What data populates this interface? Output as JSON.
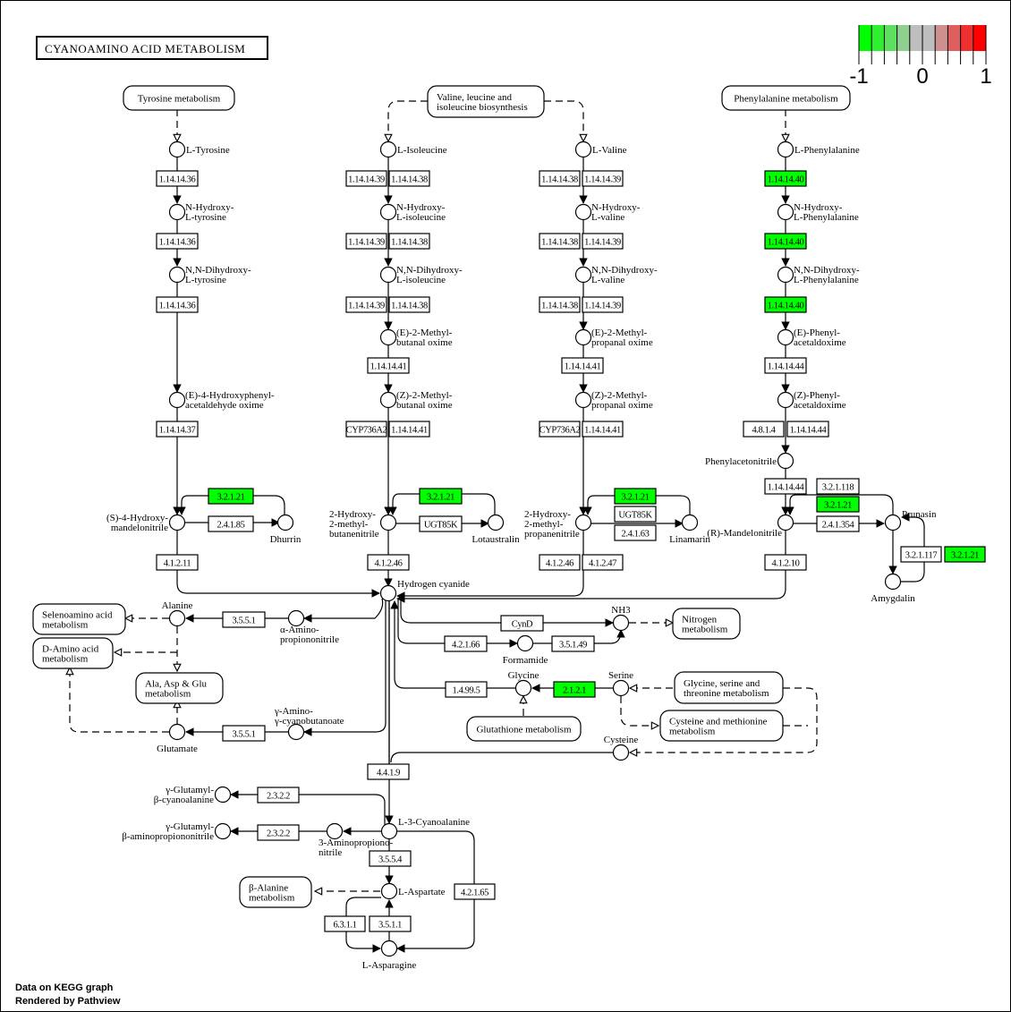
{
  "title": "CYANOAMINO ACID METABOLISM",
  "legend": {
    "min_label": "-1",
    "mid_label": "0",
    "max_label": "1",
    "colors": [
      "#00FF00",
      "#30EE30",
      "#5FDF5F",
      "#8FCF8F",
      "#BEBEBE",
      "#BEBEBE",
      "#CF8F8F",
      "#DF5F5F",
      "#EE3030",
      "#FF0000"
    ]
  },
  "footer": {
    "line1": "Data on KEGG graph",
    "line2": "Rendered by Pathview"
  },
  "colors": {
    "up_regulated": "#FF0000",
    "down_regulated": "#00FF00",
    "no_data": "#FFFFFF"
  },
  "maps": [
    {
      "id": "m_tyr",
      "lines": [
        "Tyrosine metabolism"
      ]
    },
    {
      "id": "m_val",
      "lines": [
        "Valine, leucine and",
        "isoleucine biosynthesis"
      ]
    },
    {
      "id": "m_phe",
      "lines": [
        "Phenylalanine metabolism"
      ]
    },
    {
      "id": "m_seleno",
      "lines": [
        "Selenoamino acid",
        "metabolism"
      ]
    },
    {
      "id": "m_damino",
      "lines": [
        "D-Amino acid",
        "metabolism"
      ]
    },
    {
      "id": "m_ala",
      "lines": [
        "Ala, Asp & Glu",
        "metabolism"
      ]
    },
    {
      "id": "m_nitro",
      "lines": [
        "Nitrogen",
        "metabolism"
      ]
    },
    {
      "id": "m_gly",
      "lines": [
        "Glycine, serine and",
        "threonine metabolism"
      ]
    },
    {
      "id": "m_cys",
      "lines": [
        "Cysteine and methionine",
        "metabolism"
      ]
    },
    {
      "id": "m_glut",
      "lines": [
        "Glutathione metabolism"
      ]
    },
    {
      "id": "m_balanine",
      "lines": [
        "β-Alanine",
        "metabolism"
      ]
    }
  ],
  "compounds": [
    {
      "id": "c_tyr",
      "lines": [
        "L-Tyrosine"
      ]
    },
    {
      "id": "c_nhtyr",
      "lines": [
        "N-Hydroxy-",
        "L-tyrosine"
      ]
    },
    {
      "id": "c_nnhtyr",
      "lines": [
        "N,N-Dihydroxy-",
        "L-tyrosine"
      ]
    },
    {
      "id": "c_e4h",
      "lines": [
        "(E)-4-Hydroxyphenyl-",
        "acetaldehyde oxime"
      ]
    },
    {
      "id": "c_s4h",
      "lines": [
        "(S)-4-Hydroxy-",
        "mandelonitrile"
      ]
    },
    {
      "id": "c_dhurrin",
      "lines": [
        "Dhurrin"
      ]
    },
    {
      "id": "c_ile",
      "lines": [
        "L-Isoleucine"
      ]
    },
    {
      "id": "c_nhile",
      "lines": [
        "N-Hydroxy-",
        "L-isoleucine"
      ]
    },
    {
      "id": "c_nnhile",
      "lines": [
        "N,N-Dihydroxy-",
        "L-isoleucine"
      ]
    },
    {
      "id": "c_e2mb",
      "lines": [
        "(E)-2-Methyl-",
        "butanal oxime"
      ]
    },
    {
      "id": "c_z2mb",
      "lines": [
        "(Z)-2-Methyl-",
        "butanal oxime"
      ]
    },
    {
      "id": "c_2h2mb",
      "lines": [
        "2-Hydroxy-",
        "2-methyl-",
        "butanenitrile"
      ]
    },
    {
      "id": "c_lotau",
      "lines": [
        "Lotaustralin"
      ]
    },
    {
      "id": "c_val",
      "lines": [
        "L-Valine"
      ]
    },
    {
      "id": "c_nhval",
      "lines": [
        "N-Hydroxy-",
        "L-valine"
      ]
    },
    {
      "id": "c_nnhval",
      "lines": [
        "N,N-Dihydroxy-",
        "L-valine"
      ]
    },
    {
      "id": "c_e2mp",
      "lines": [
        "(E)-2-Methyl-",
        "propanal oxime"
      ]
    },
    {
      "id": "c_z2mp",
      "lines": [
        "(Z)-2-Methyl-",
        "propanal oxime"
      ]
    },
    {
      "id": "c_2h2mp",
      "lines": [
        "2-Hydroxy-",
        "2-methyl-",
        "propanenitrile"
      ]
    },
    {
      "id": "c_linam",
      "lines": [
        "Linamarin"
      ]
    },
    {
      "id": "c_phe",
      "lines": [
        "L-Phenylalanine"
      ]
    },
    {
      "id": "c_nhphe",
      "lines": [
        "N-Hydroxy-",
        "L-Phenylalanine"
      ]
    },
    {
      "id": "c_nnhphe",
      "lines": [
        "N,N-Dihydroxy-",
        "L-Phenylalanine"
      ]
    },
    {
      "id": "c_epa",
      "lines": [
        "(E)-Phenyl-",
        "acetaldoxime"
      ]
    },
    {
      "id": "c_zpa",
      "lines": [
        "(Z)-Phenyl-",
        "acetaldoxime"
      ]
    },
    {
      "id": "c_phacn",
      "lines": [
        "Phenylacetonitrile"
      ]
    },
    {
      "id": "c_rmand",
      "lines": [
        "(R)-Mandelonitrile"
      ]
    },
    {
      "id": "c_prun",
      "lines": [
        "Prunasin"
      ]
    },
    {
      "id": "c_amyg",
      "lines": [
        "Amygdalin"
      ]
    },
    {
      "id": "c_hcn",
      "lines": [
        "Hydrogen cyanide"
      ]
    },
    {
      "id": "c_ala",
      "lines": [
        "Alanine"
      ]
    },
    {
      "id": "c_aap",
      "lines": [
        "α-Amino-",
        "propiononitrile"
      ]
    },
    {
      "id": "c_glu",
      "lines": [
        "Glutamate"
      ]
    },
    {
      "id": "c_gacb",
      "lines": [
        "γ-Amino-",
        "γ-cyanobutanoate"
      ]
    },
    {
      "id": "c_nh3",
      "lines": [
        "NH3"
      ]
    },
    {
      "id": "c_form",
      "lines": [
        "Formamide"
      ]
    },
    {
      "id": "c_gly",
      "lines": [
        "Glycine"
      ]
    },
    {
      "id": "c_ser",
      "lines": [
        "Serine"
      ]
    },
    {
      "id": "c_cys",
      "lines": [
        "Cysteine"
      ]
    },
    {
      "id": "c_l3c",
      "lines": [
        "L-3-Cyanoalanine"
      ]
    },
    {
      "id": "c_ggbc",
      "lines": [
        "γ-Glutamyl-",
        "β-cyanoalanine"
      ]
    },
    {
      "id": "c_ggba",
      "lines": [
        "γ-Glutamyl-",
        "β-aminopropiononitrile"
      ]
    },
    {
      "id": "c_3ap",
      "lines": [
        "3-Aminopropiono-",
        "nitrile"
      ]
    },
    {
      "id": "c_asp",
      "lines": [
        "L-Aspartate"
      ]
    },
    {
      "id": "c_asn",
      "lines": [
        "L-Asparagine"
      ]
    }
  ],
  "enzymes": [
    {
      "id": "e1",
      "label": "1.14.14.36",
      "value": null
    },
    {
      "id": "e2",
      "label": "1.14.14.36",
      "value": null
    },
    {
      "id": "e3",
      "label": "1.14.14.36",
      "value": null
    },
    {
      "id": "e4",
      "label": "1.14.14.37",
      "value": null
    },
    {
      "id": "e5",
      "label": "3.2.1.21",
      "value": -1
    },
    {
      "id": "e6",
      "label": "2.4.1.85",
      "value": null
    },
    {
      "id": "e7",
      "label": "4.1.2.11",
      "value": null
    },
    {
      "id": "e8",
      "label": "1.14.14.39",
      "value": null
    },
    {
      "id": "e9",
      "label": "1.14.14.38",
      "value": null
    },
    {
      "id": "e10",
      "label": "1.14.14.39",
      "value": null
    },
    {
      "id": "e11",
      "label": "1.14.14.38",
      "value": null
    },
    {
      "id": "e12",
      "label": "1.14.14.39",
      "value": null
    },
    {
      "id": "e13",
      "label": "1.14.14.38",
      "value": null
    },
    {
      "id": "e14",
      "label": "1.14.14.41",
      "value": null
    },
    {
      "id": "e15",
      "label": "CYP736A2",
      "value": null
    },
    {
      "id": "e16",
      "label": "1.14.14.41",
      "value": null
    },
    {
      "id": "e17",
      "label": "3.2.1.21",
      "value": -1
    },
    {
      "id": "e18",
      "label": "UGT85K",
      "value": null
    },
    {
      "id": "e19",
      "label": "4.1.2.46",
      "value": null
    },
    {
      "id": "e20",
      "label": "1.14.14.38",
      "value": null
    },
    {
      "id": "e21",
      "label": "1.14.14.39",
      "value": null
    },
    {
      "id": "e22",
      "label": "1.14.14.38",
      "value": null
    },
    {
      "id": "e23",
      "label": "1.14.14.39",
      "value": null
    },
    {
      "id": "e24",
      "label": "1.14.14.38",
      "value": null
    },
    {
      "id": "e25",
      "label": "1.14.14.39",
      "value": null
    },
    {
      "id": "e26",
      "label": "1.14.14.41",
      "value": null
    },
    {
      "id": "e27",
      "label": "CYP736A2",
      "value": null
    },
    {
      "id": "e28",
      "label": "1.14.14.41",
      "value": null
    },
    {
      "id": "e29",
      "label": "3.2.1.21",
      "value": -1
    },
    {
      "id": "e30",
      "label": "UGT85K",
      "value": null
    },
    {
      "id": "e31",
      "label": "2.4.1.63",
      "value": null
    },
    {
      "id": "e32",
      "label": "4.1.2.46",
      "value": null
    },
    {
      "id": "e33",
      "label": "4.1.2.47",
      "value": null
    },
    {
      "id": "e34",
      "label": "1.14.14.40",
      "value": -1
    },
    {
      "id": "e35",
      "label": "1.14.14.40",
      "value": -1
    },
    {
      "id": "e36",
      "label": "1.14.14.40",
      "value": -1
    },
    {
      "id": "e37",
      "label": "1.14.14.44",
      "value": null
    },
    {
      "id": "e38",
      "label": "4.8.1.4",
      "value": null
    },
    {
      "id": "e39",
      "label": "1.14.14.44",
      "value": null
    },
    {
      "id": "e40",
      "label": "1.14.14.44",
      "value": null
    },
    {
      "id": "e41",
      "label": "3.2.1.118",
      "value": null
    },
    {
      "id": "e42",
      "label": "3.2.1.21",
      "value": -1
    },
    {
      "id": "e43",
      "label": "2.4.1.354",
      "value": null
    },
    {
      "id": "e44",
      "label": "4.1.2.10",
      "value": null
    },
    {
      "id": "e45",
      "label": "3.2.1.117",
      "value": null
    },
    {
      "id": "e46",
      "label": "3.2.1.21",
      "value": -1
    },
    {
      "id": "e47",
      "label": "3.5.5.1",
      "value": null
    },
    {
      "id": "e48",
      "label": "3.5.5.1",
      "value": null
    },
    {
      "id": "e49",
      "label": "CynD",
      "value": null
    },
    {
      "id": "e50",
      "label": "4.2.1.66",
      "value": null
    },
    {
      "id": "e51",
      "label": "3.5.1.49",
      "value": null
    },
    {
      "id": "e52",
      "label": "1.4.99.5",
      "value": null
    },
    {
      "id": "e53",
      "label": "2.1.2.1",
      "value": -1
    },
    {
      "id": "e54",
      "label": "4.4.1.9",
      "value": null
    },
    {
      "id": "e55",
      "label": "2.3.2.2",
      "value": null
    },
    {
      "id": "e56",
      "label": "2.3.2.2",
      "value": null
    },
    {
      "id": "e57",
      "label": "3.5.5.4",
      "value": null
    },
    {
      "id": "e58",
      "label": "4.2.1.65",
      "value": null
    },
    {
      "id": "e59",
      "label": "6.3.1.1",
      "value": null
    },
    {
      "id": "e60",
      "label": "3.5.1.1",
      "value": null
    }
  ]
}
